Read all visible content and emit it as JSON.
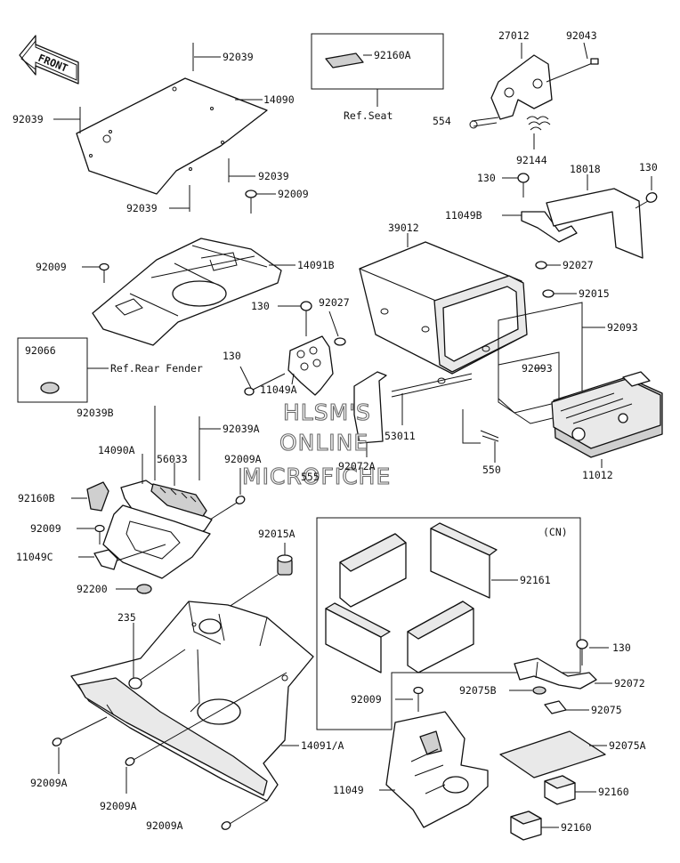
{
  "front_arrow": {
    "label": "FRONT",
    "icon": "front-arrow-icon"
  },
  "watermark": [
    "HLSM'S",
    "ONLINE",
    "MICROFICHE"
  ],
  "ref_labels": {
    "seat": "Ref.Seat",
    "rear_fender": "Ref.Rear Fender"
  },
  "region_tag": "(CN)",
  "parts": {
    "p92039_top": "92039",
    "p14090": "14090",
    "p92039_left": "92039",
    "p92039_mid": "92039",
    "p92039_low": "92039",
    "p92009_a": "92009",
    "p92160A": "92160A",
    "p27012": "27012",
    "p92043": "92043",
    "p554": "554",
    "p92144": "92144",
    "p130_a": "130",
    "p18018": "18018",
    "p130_b": "130",
    "p11049B": "11049B",
    "p39012": "39012",
    "p92027_a": "92027",
    "p92009_b": "92009",
    "p14091B": "14091B",
    "p92015": "92015",
    "p130_c": "130",
    "p92027_b": "92027",
    "p92093_a": "92093",
    "p92066": "92066",
    "p130_d": "130",
    "p92093_b": "92093",
    "p11049A": "11049A",
    "p92039B": "92039B",
    "p92039A": "92039A",
    "p53011": "53011",
    "p14090A": "14090A",
    "p56033": "56033",
    "p92009A_a": "92009A",
    "p92072A": "92072A",
    "p555": "555",
    "p550": "550",
    "p11012": "11012",
    "p92160B": "92160B",
    "p92009_c": "92009",
    "p11049C": "11049C",
    "p92015A": "92015A",
    "p92200": "92200",
    "p92161": "92161",
    "p235": "235",
    "p130_e": "130",
    "p92009_d": "92009",
    "p92075B": "92075B",
    "p92072": "92072",
    "p92075": "92075",
    "p14091A": "14091/A",
    "p92075A": "92075A",
    "p92009A_b": "92009A",
    "p11049": "11049",
    "p92009A_c": "92009A",
    "p92160_a": "92160",
    "p92009A_d": "92009A",
    "p92160_b": "92160"
  }
}
